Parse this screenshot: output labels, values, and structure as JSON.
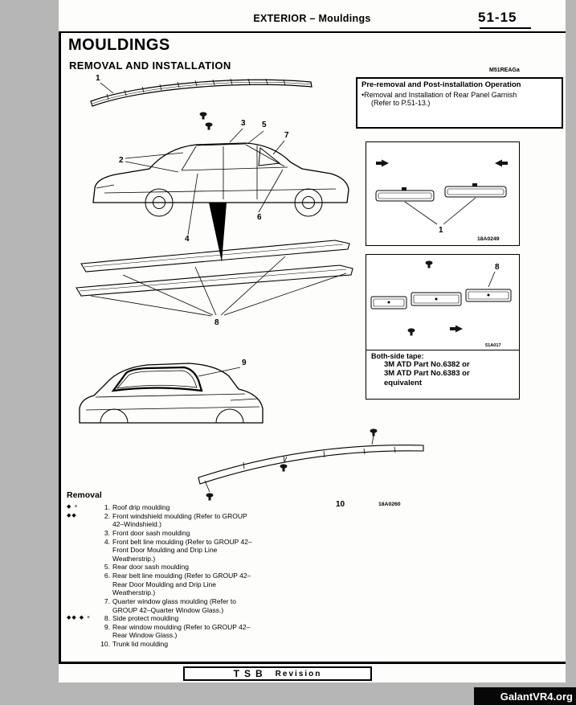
{
  "header": {
    "section": "EXTERIOR – Mouldings",
    "page_number": "51-15"
  },
  "title": "MOULDINGS",
  "subtitle": "REMOVAL AND INSTALLATION",
  "figure_ref": "M51REAGa",
  "note_box": {
    "title": "Pre-removal and Post-installation Operation",
    "bullet": "•",
    "item": "Removal and Installation of Rear Panel Garnish",
    "ref": "(Refer to P.51-13.)"
  },
  "callouts": {
    "n1": "1",
    "n2": "2",
    "n3": "3",
    "n4": "4",
    "n5": "5",
    "n6": "6",
    "n7": "7",
    "n8": "8",
    "n9": "9",
    "n10": "10"
  },
  "figure_codes": {
    "clip_box": "18A0249",
    "tape_box": "51A017",
    "trunk": "18A0260"
  },
  "tape_note": {
    "label": "Both-side tape:",
    "line1": "3M ATD Part No.6382 or",
    "line2": "3M ATD Part No.6383 or",
    "line3": "equivalent"
  },
  "removal": {
    "heading": "Removal",
    "items": [
      {
        "marker": "◆ +",
        "num": "1.",
        "text": "Roof drip moulding"
      },
      {
        "marker": "◆◆",
        "num": "2.",
        "text": "Front windshield moulding (Refer to GROUP 42–Windshield.)"
      },
      {
        "marker": "",
        "num": "3.",
        "text": "Front door sash moulding"
      },
      {
        "marker": "",
        "num": "4.",
        "text": "Front belt line moulding (Refer to GROUP 42–Front Door Moulding and Drip Line Weatherstrip.)"
      },
      {
        "marker": "",
        "num": "5.",
        "text": "Rear door sash moulding"
      },
      {
        "marker": "",
        "num": "6.",
        "text": "Rear belt line moulding (Refer to GROUP 42–Rear Door Moulding and Drip Line Weatherstrip.)"
      },
      {
        "marker": "",
        "num": "7.",
        "text": "Quarter window glass moulding (Refer to GROUP 42–Quarter Window Glass.)"
      },
      {
        "marker": "◆◆ ◆ +",
        "num": "8.",
        "text": "Side protect moulding"
      },
      {
        "marker": "",
        "num": "9.",
        "text": "Rear window moulding (Refer to GROUP 42–Rear Window Glass.)"
      },
      {
        "marker": "",
        "num": "10.",
        "text": "Trunk lid moulding"
      }
    ]
  },
  "footer": {
    "tsb": "TSB",
    "revision": "Revision"
  },
  "watermark": "GalantVR4.org"
}
